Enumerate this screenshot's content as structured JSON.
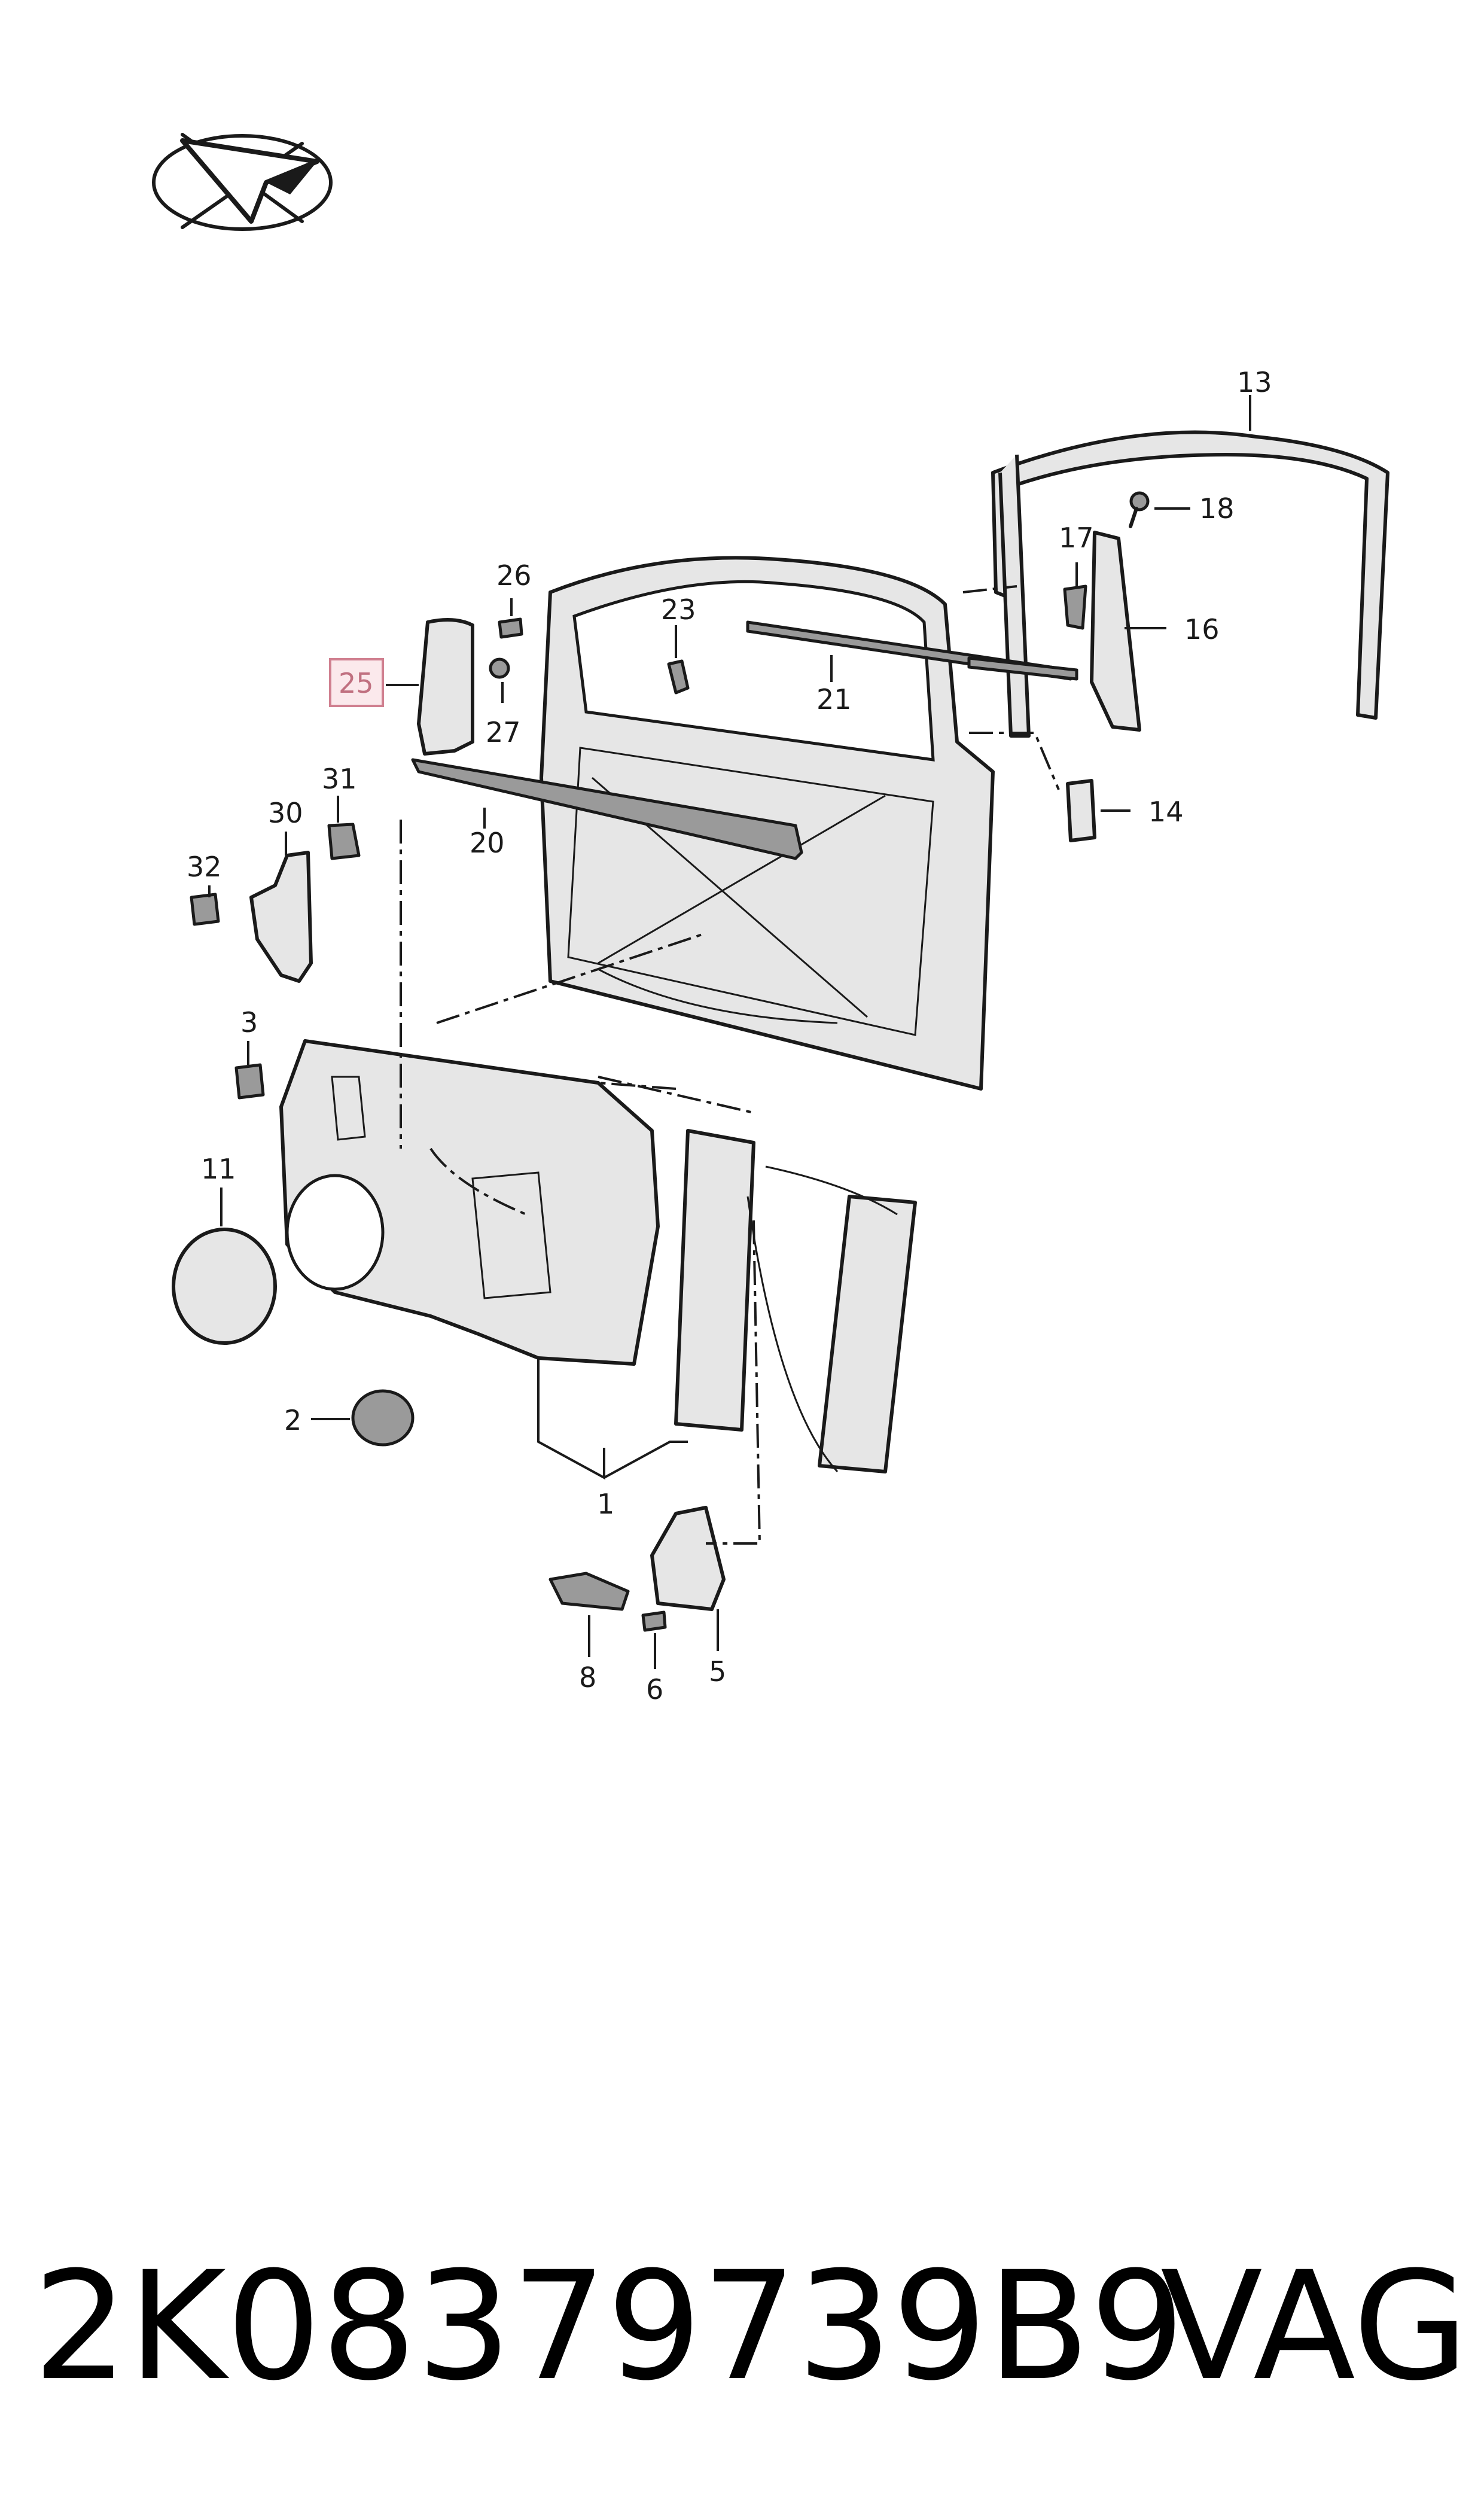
{
  "callouts": {
    "c1": "1",
    "c2": "2",
    "c3": "3",
    "c5": "5",
    "c6": "6",
    "c8": "8",
    "c11": "11",
    "c13": "13",
    "c14": "14",
    "c16": "16",
    "c17": "17",
    "c18": "18",
    "c20": "20",
    "c21": "21",
    "c23": "23",
    "c25": "25",
    "c26": "26",
    "c27": "27",
    "c30": "30",
    "c31": "31",
    "c32": "32"
  },
  "caption": {
    "part_number": "2K08379739B9",
    "brand": "VAG"
  },
  "icons": {
    "orientation": "direction-arrow-icon"
  }
}
